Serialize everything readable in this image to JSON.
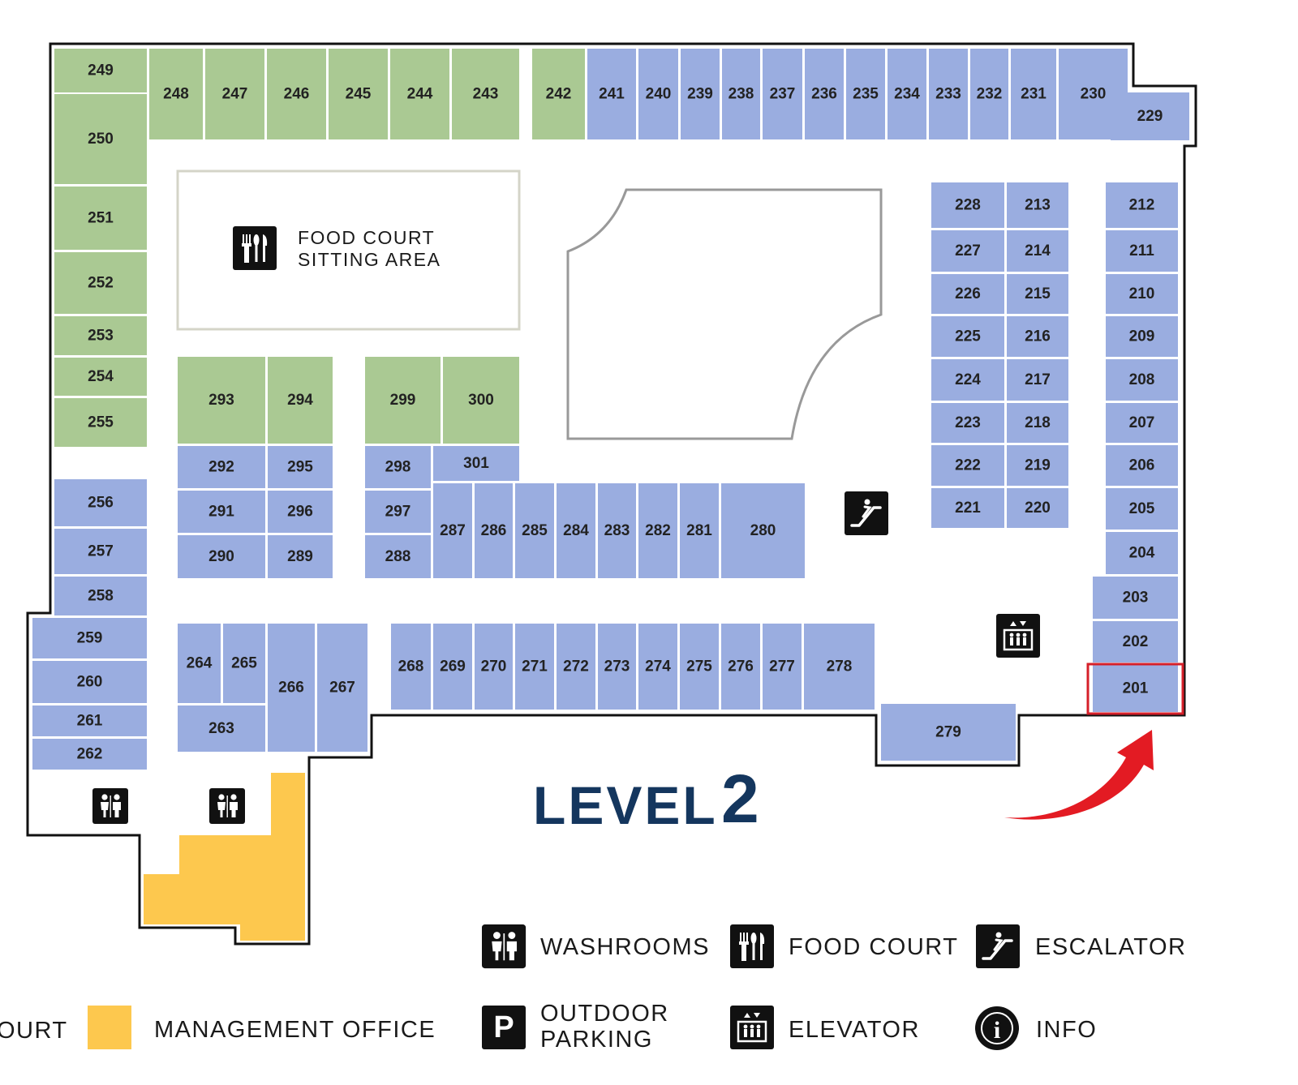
{
  "level": {
    "word": "LEVEL",
    "number": "2"
  },
  "food_court_area": {
    "line1": "FOOD COURT",
    "line2": "SITTING AREA"
  },
  "colors": {
    "green": "#aac993",
    "blue": "#9aade0",
    "yellow": "#fdc84e",
    "outline": "#111111",
    "arrow": "#e31b23",
    "highlight": "#d6202a",
    "navy": "#14365e"
  },
  "highlighted_unit": "201",
  "units": {
    "green": [
      "249",
      "250",
      "251",
      "252",
      "253",
      "254",
      "255",
      "248",
      "247",
      "246",
      "245",
      "244",
      "243",
      "242",
      "293",
      "294",
      "299",
      "300"
    ],
    "blue": [
      "241",
      "240",
      "239",
      "238",
      "237",
      "236",
      "235",
      "234",
      "233",
      "232",
      "231",
      "230",
      "229",
      "228",
      "227",
      "226",
      "225",
      "224",
      "223",
      "222",
      "221",
      "213",
      "214",
      "215",
      "216",
      "217",
      "218",
      "219",
      "220",
      "212",
      "211",
      "210",
      "209",
      "208",
      "207",
      "206",
      "205",
      "204",
      "203",
      "202",
      "201",
      "256",
      "257",
      "258",
      "259",
      "260",
      "261",
      "262",
      "263",
      "264",
      "265",
      "266",
      "267",
      "268",
      "269",
      "270",
      "271",
      "272",
      "273",
      "274",
      "275",
      "276",
      "277",
      "278",
      "279",
      "280",
      "281",
      "282",
      "283",
      "284",
      "285",
      "286",
      "287",
      "288",
      "289",
      "290",
      "291",
      "292",
      "295",
      "296",
      "297",
      "298",
      "301"
    ]
  },
  "legend": {
    "washrooms": "WASHROOMS",
    "food_court": "FOOD COURT",
    "escalator": "ESCALATOR",
    "food_court_cut": "OURT",
    "management": "MANAGEMENT OFFICE",
    "parking_line1": "OUTDOOR",
    "parking_line2": "PARKING",
    "elevator": "ELEVATOR",
    "info": "INFO",
    "parking_glyph": "P",
    "info_glyph": "i"
  }
}
